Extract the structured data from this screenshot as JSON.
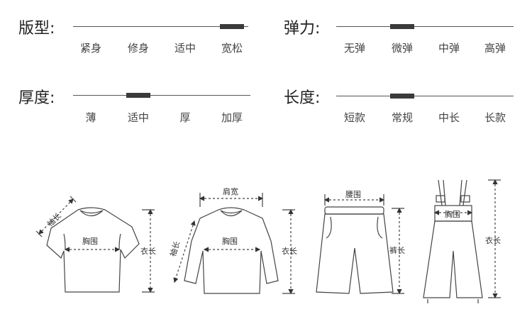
{
  "attributes": [
    {
      "id": "fit",
      "label": "版型:",
      "options": [
        "紧身",
        "修身",
        "适中",
        "宽松"
      ],
      "selected_index": 3
    },
    {
      "id": "elasticity",
      "label": "弹力:",
      "options": [
        "无弹",
        "微弹",
        "中弹",
        "高弹"
      ],
      "selected_index": 1
    },
    {
      "id": "thickness",
      "label": "厚度:",
      "options": [
        "薄",
        "适中",
        "厚",
        "加厚"
      ],
      "selected_index": 1
    },
    {
      "id": "length",
      "label": "长度:",
      "options": [
        "短款",
        "常规",
        "中长",
        "长款"
      ],
      "selected_index": 1
    }
  ],
  "diagrams": {
    "tshirt": {
      "sleeve": "袖长",
      "chest": "胸围",
      "length": "衣长"
    },
    "longsleeve": {
      "shoulder": "肩宽",
      "sleeve": "袖长",
      "chest": "胸围",
      "length": "衣长"
    },
    "pants": {
      "waist": "腰围",
      "length": "裤长"
    },
    "overalls": {
      "chest": "胸围",
      "length": "衣长"
    }
  },
  "colors": {
    "line": "#555555",
    "marker": "#3a3a3a",
    "text": "#333333"
  }
}
